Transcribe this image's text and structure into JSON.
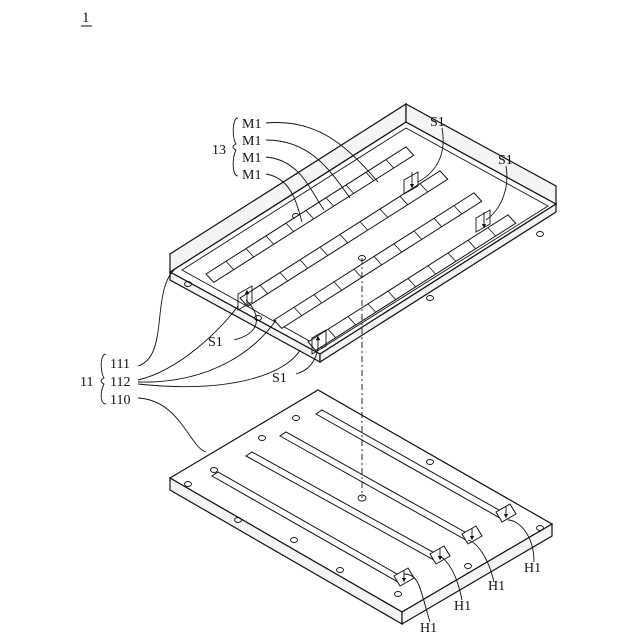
{
  "figure_number": "1",
  "labels": {
    "group_13": "13",
    "m1": [
      "M1",
      "M1",
      "M1",
      "M1"
    ],
    "s1": [
      "S1",
      "S1",
      "S1",
      "S1"
    ],
    "group_11": "11",
    "r111": "111",
    "r112": "112",
    "r110": "110",
    "h1": [
      "H1",
      "H1",
      "H1",
      "H1"
    ]
  }
}
